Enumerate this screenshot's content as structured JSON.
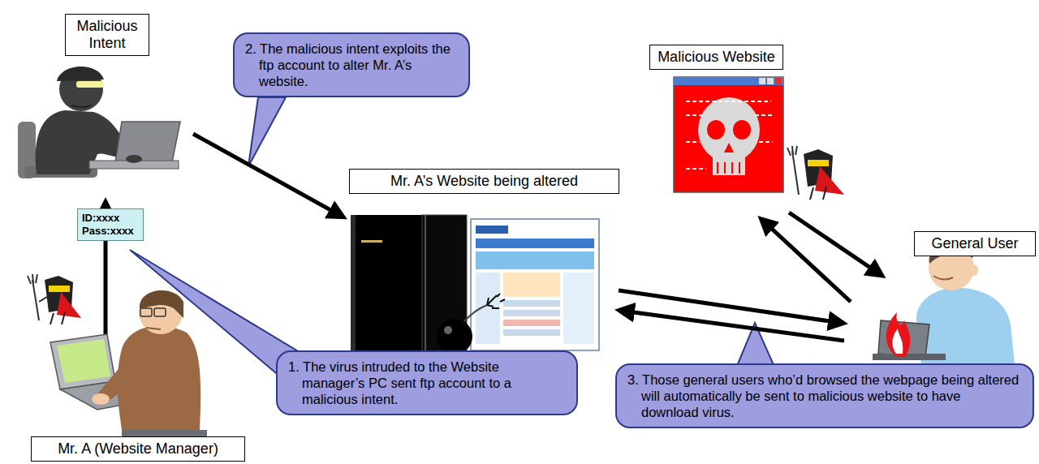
{
  "diagram": {
    "nodes": [
      {
        "text": [
          "Malicious Intent"
        ]
      },
      {
        "text": [
          "2. The malicious intent exploits the ftp account to alter Mr. A’s website."
        ]
      },
      {
        "text": [
          "Mr. A’s Website being altered"
        ]
      },
      {
        "text": [
          "Malicious Website"
        ]
      },
      {
        "text": [
          "General User"
        ]
      },
      {
        "text": [
          "ID:xxxx",
          "Pass:xxxx"
        ]
      },
      {
        "text": [
          "1. The virus intruded to the Website manager’s PC sent ftp account to a malicious intent."
        ]
      },
      {
        "text": [
          "3. Those general users who’d browsed the webpage being altered will automatically be sent to malicious website to have download virus."
        ]
      },
      {
        "text": [
          "Mr. A (Website Manager)"
        ]
      }
    ]
  }
}
